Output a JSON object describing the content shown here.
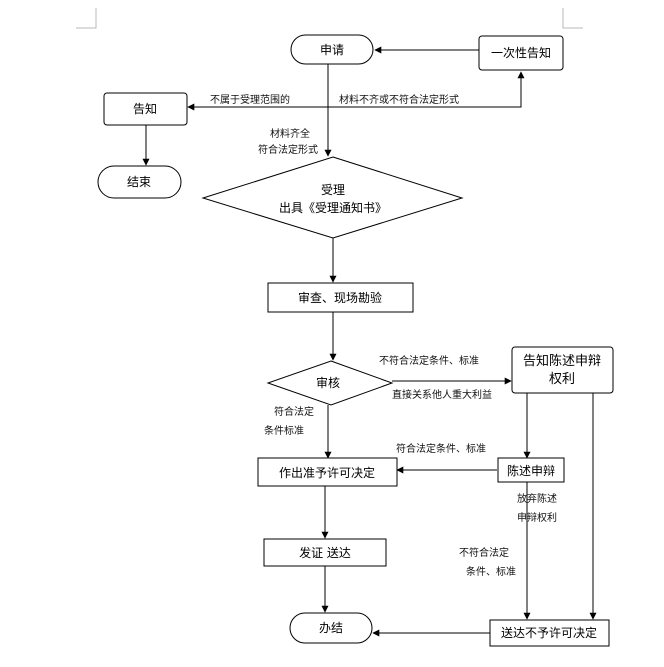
{
  "nodes": {
    "apply": "申请",
    "once_notice": "一次性告知",
    "notice": "告知",
    "end": "结束",
    "accept_line1": "受理",
    "accept_line2": "出具《受理通知书》",
    "review_survey": "审查、现场勘验",
    "audit": "审核",
    "notify_rights_line1": "告知陈述申辩",
    "notify_rights_line2": "权利",
    "statement": "陈述申辩",
    "approve": "作出准予许可决定",
    "issue": "发证 送达",
    "finish": "办结",
    "deliver_reject": "送达不予许可决定"
  },
  "edges": {
    "out_of_scope": "不属于受理范围的",
    "incomplete": "材料不齐或不符合法定形式",
    "complete_line1": "材料齐全",
    "complete_line2": "符合法定形式",
    "not_meet_line1": "不符合法定条件、标准",
    "direct_interest": "直接关系他人重大利益",
    "meet_line1": "符合法定",
    "meet_line2": "条件标准",
    "statement_meet": "符合法定条件、标准",
    "waive_line1": "放弃陈述",
    "waive_line2": "申辩权利",
    "stmt_not_meet_line1": "不符合法定",
    "stmt_not_meet_line2": "条件、标准"
  }
}
